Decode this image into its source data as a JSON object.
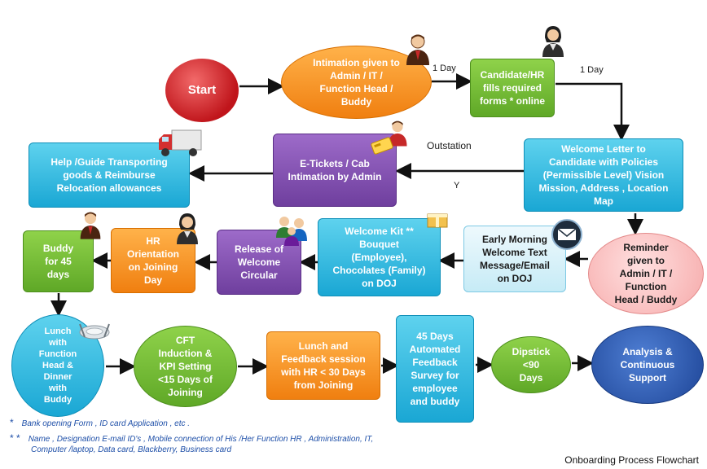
{
  "nodes": {
    "start": "Start",
    "intimation": "Intimation given to\nAdmin / IT  /\nFunction Head /\nBuddy",
    "forms": "Candidate/HR\nfills required\nforms * online",
    "welcome_letter": "Welcome Letter to\nCandidate with Policies\n(Permissible Level) Vision\nMission,  Address , Location\nMap",
    "eticket": "E-Tickets / Cab\nIntimation  by Admin",
    "relocation": "Help /Guide Transporting\ngoods  & Reimburse\nRelocation allowances",
    "reminder": "Reminder\ngiven to\nAdmin / IT  /\nFunction\nHead / Buddy",
    "early_morning": "Early Morning\nWelcome Text\nMessage/Email\non DOJ",
    "welcome_kit": "Welcome Kit **\nBouquet\n(Employee),\nChocolates (Family)\non DOJ",
    "release": "Release of\nWelcome\nCircular",
    "hr_orientation": "HR\nOrientation\non Joining\nDay",
    "buddy": "Buddy\nfor 45\ndays",
    "lunch": "Lunch\nwith\nFunction\nHead &\nDinner\nwith\nBuddy",
    "cft": "CFT\nInduction &\nKPI Setting\n<15 Days of\nJoining",
    "lunch_feedback": "Lunch and\nFeedback session\nwith HR < 30 Days\nfrom Joining",
    "survey": "45 Days\nAutomated\nFeedback\nSurvey for\nemployee\nand buddy",
    "dipstick": "Dipstick\n<90\nDays",
    "analysis": "Analysis &\nContinuous\nSupport"
  },
  "edge_labels": {
    "day1_a": "1 Day",
    "day1_b": "1 Day",
    "outstation": "Outstation",
    "yes": "Y"
  },
  "footnotes": {
    "star1": "*",
    "note1": "Bank opening Form ,  ID card Application  , etc .",
    "star2": "* *",
    "note2_line1": "Name , Designation E-mail ID's , Mobile connection of His /Her Function HR , Administration, IT,",
    "note2_line2": "Computer /laptop,  Data card, Blackberry, Business card"
  },
  "caption": "Onboarding Process Flowchart",
  "icons": [
    "businessman-icon",
    "woman-icon",
    "delivery-truck-icon",
    "tickets-icon",
    "people-group-icon",
    "gift-box-icon",
    "email-icon",
    "dinner-plate-icon"
  ],
  "colors": {
    "start": "#c0151b",
    "orange": "#f07f10",
    "green": "#5fa827",
    "cyan": "#1aa7d4",
    "purple": "#6f3f9e",
    "pink": "#f6a9a9",
    "blue": "#1d4496",
    "arrow": "#111111"
  }
}
